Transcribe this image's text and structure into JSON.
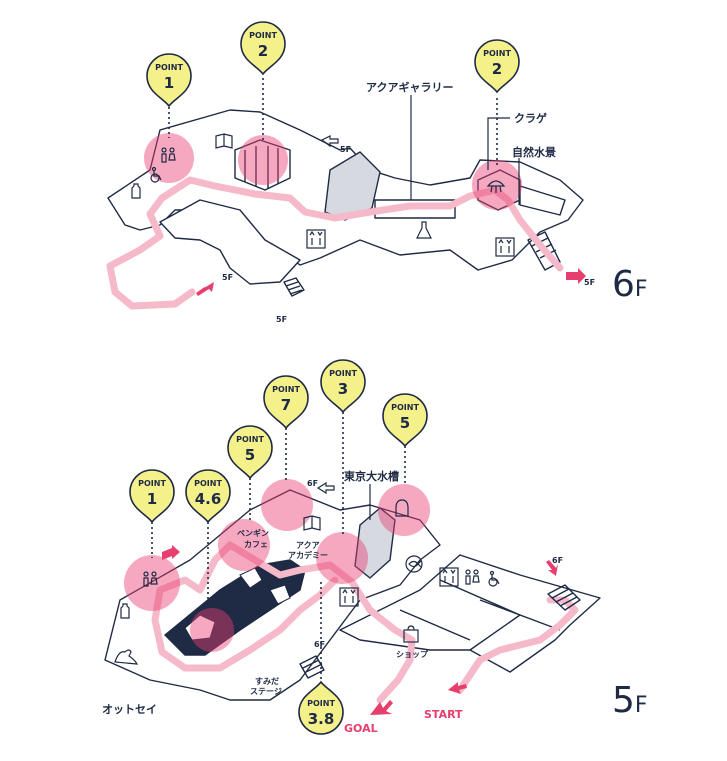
{
  "floor6": {
    "floor_label_num": "6",
    "floor_label_unit": "F",
    "pins": [
      {
        "word": "POINT",
        "num": "1"
      },
      {
        "word": "POINT",
        "num": "2"
      },
      {
        "word": "POINT",
        "num": "2"
      }
    ],
    "labels": {
      "aqua_gallery": "アクアギャラリー",
      "jellyfish": "クラゲ",
      "nature_scene": "自然水景",
      "stairs_5f_top": "5F",
      "stairs_5f_left": "5F",
      "stairs_5f_bottom": "5F",
      "stairs_5f_right": "5F"
    }
  },
  "floor5": {
    "floor_label_num": "5",
    "floor_label_unit": "F",
    "pins": [
      {
        "word": "POINT",
        "num": "1"
      },
      {
        "word": "POINT",
        "num": "4.6"
      },
      {
        "word": "POINT",
        "num": "5"
      },
      {
        "word": "POINT",
        "num": "7"
      },
      {
        "word": "POINT",
        "num": "3"
      },
      {
        "word": "POINT",
        "num": "5"
      },
      {
        "word": "POINT",
        "num": "3.8"
      }
    ],
    "labels": {
      "tokyo_big_tank": "東京大水槽",
      "penguin_cafe_1": "ペンギン",
      "penguin_cafe_2": "カフェ",
      "aqua_academy_1": "アクア",
      "aqua_academy_2": "アカデミー",
      "sumida_stage_1": "すみだ",
      "sumida_stage_2": "ステージ",
      "shop": "ショップ",
      "fur_seal": "オットセイ",
      "to_6f_a": "6F",
      "to_6f_b": "6F",
      "to_6f_c": "6F",
      "goal": "GOAL",
      "start": "START"
    }
  },
  "colors": {
    "ink": "#1f2a44",
    "pin_fill": "#f4f08a",
    "highlight": "#e83e70",
    "route": "#f6b9c9",
    "route_arrow": "#e63e6d"
  },
  "icons": [
    "restroom-icon",
    "baby-bottle-icon",
    "elevator-icon",
    "wheelchair-icon",
    "shopping-bag-icon",
    "book-icon",
    "flask-icon",
    "penguin-icon",
    "fish-icon",
    "fur-seal-icon"
  ]
}
